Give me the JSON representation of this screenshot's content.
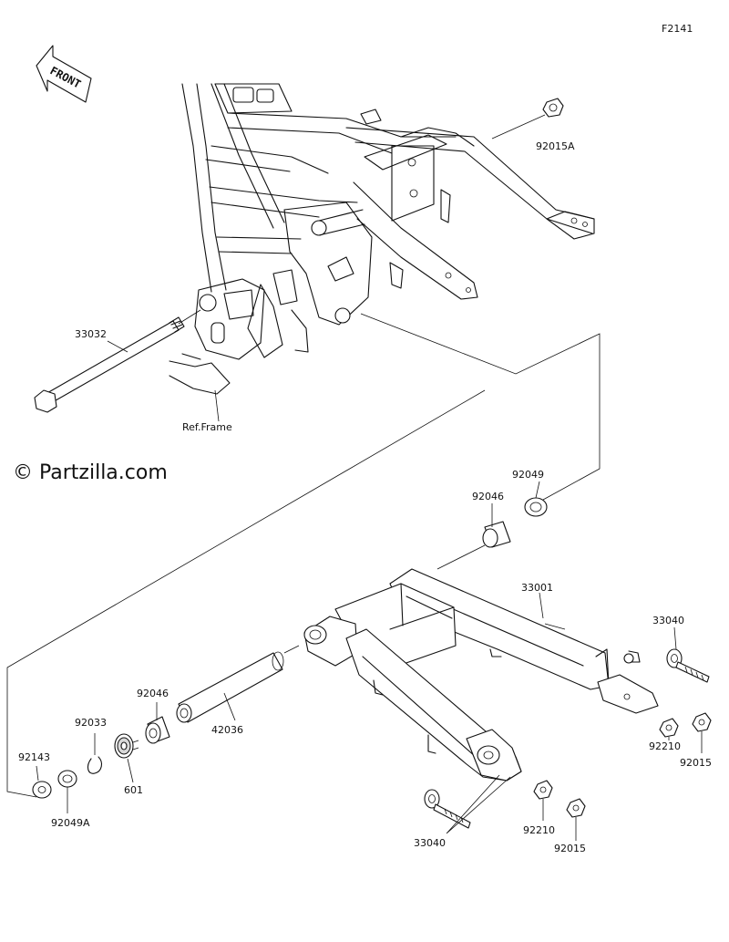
{
  "figure_code": "F2141",
  "front_arrow_label": "FRONT",
  "watermark": "© Partzilla.com",
  "ref_frame_label": "Ref.Frame",
  "part_labels": {
    "p92015A": "92015A",
    "p33032": "33032",
    "p92049": "92049",
    "p92046_top": "92046",
    "p33001": "33001",
    "p33040_right": "33040",
    "p92210_right": "92210",
    "p92015_right": "92015",
    "p92046_left": "92046",
    "p42036": "42036",
    "p92033": "92033",
    "p92143": "92143",
    "p601": "601",
    "p92049A": "92049A",
    "p33040_bottom": "33040",
    "p92210_bottom": "92210",
    "p92015_bottom": "92015"
  }
}
